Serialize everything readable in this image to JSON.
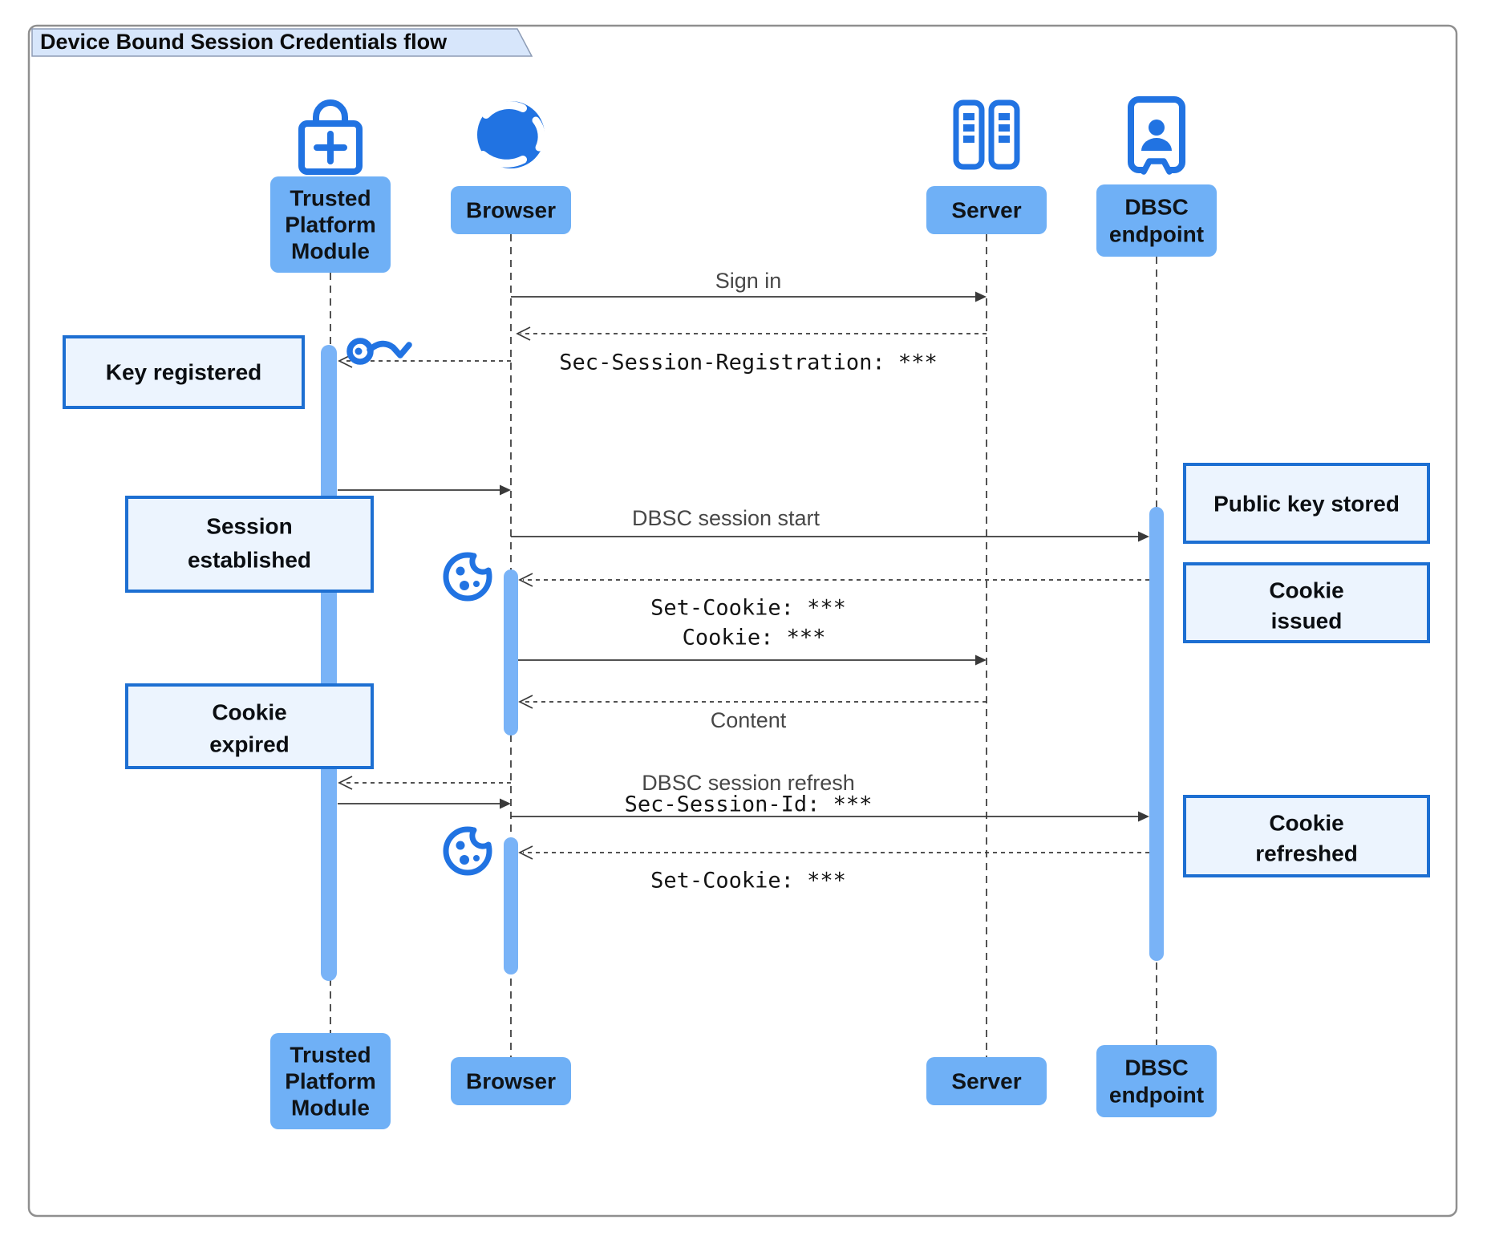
{
  "title": "Device Bound Session Credentials flow",
  "participants": {
    "tpm": {
      "lines": [
        "Trusted",
        "Platform",
        "Module"
      ],
      "icon": "lock-plus-icon"
    },
    "browser": {
      "label": "Browser",
      "icon": "globe-icon"
    },
    "server": {
      "label": "Server",
      "icon": "server-rack-icon"
    },
    "dbsc": {
      "lines": [
        "DBSC",
        "endpoint"
      ],
      "icon": "door-person-icon"
    }
  },
  "messages": {
    "sign_in": "Sign in",
    "sec_session_registration": "Sec-Session-Registration: ***",
    "dbsc_session_start": "DBSC session start",
    "set_cookie_1": "Set-Cookie: ***",
    "cookie": "Cookie: ***",
    "content": "Content",
    "dbsc_session_refresh": "DBSC session refresh",
    "sec_session_id": "Sec-Session-Id: ***",
    "set_cookie_2": "Set-Cookie: ***"
  },
  "notes": {
    "key_registered": "Key registered",
    "session_established": [
      "Session",
      "established"
    ],
    "cookie_expired": [
      "Cookie",
      "expired"
    ],
    "public_key_stored": "Public key stored",
    "cookie_issued": [
      "Cookie",
      "issued"
    ],
    "cookie_refreshed": [
      "Cookie",
      "refreshed"
    ]
  },
  "icons": [
    "lock-plus-icon",
    "globe-icon",
    "server-rack-icon",
    "door-person-icon",
    "key-icon",
    "cookie-icon"
  ],
  "colors": {
    "accent": "#2173e2",
    "participant_fill": "#6fb0f6",
    "activation_fill": "#79b3f7",
    "note_fill": "#ecf4fe",
    "note_border": "#1d6fd2",
    "title_fill": "#d7e6fb",
    "arrow_color": "#3a3a3a",
    "label_gray": "#474747",
    "border_gray": "#8f8f8f"
  }
}
